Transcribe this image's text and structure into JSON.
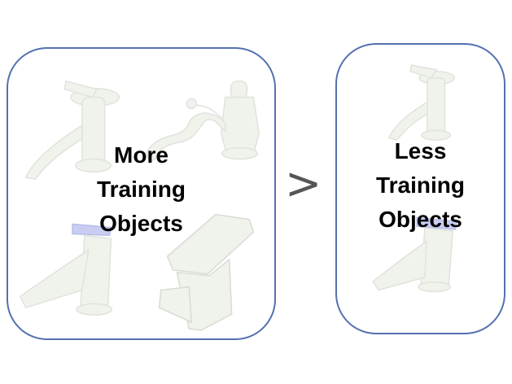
{
  "left": {
    "lines": [
      "More",
      "Training",
      "Objects"
    ]
  },
  "right": {
    "lines": [
      "Less",
      "Training",
      "Objects"
    ]
  },
  "comparator": ">",
  "colors": {
    "border": "#5470b0",
    "faucet_fill": "#f0f2ec",
    "faucet_stroke": "#e0e2dc",
    "accent": "#c9cdf3"
  },
  "icons": [
    "faucet-icon"
  ]
}
